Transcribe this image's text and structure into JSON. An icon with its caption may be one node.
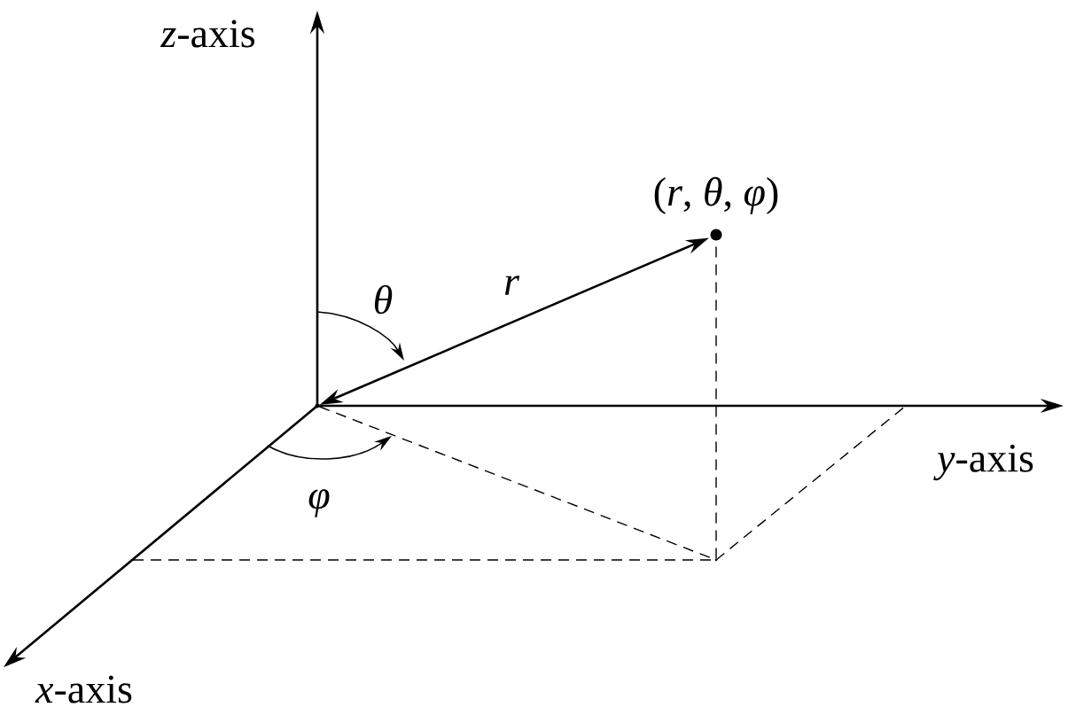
{
  "diagram": {
    "nodes": [
      {
        "text": [
          "(*r*, *θ*, *φ*)"
        ]
      },
      {
        "text": [],
        "shape": "circle"
      },
      {
        "text": [],
        "shape": "circle"
      }
    ],
    "edges": [
      {
        "from": 1,
        "to": 0,
        "arrow": "both"
      },
      {
        "from": 1,
        "to": 2,
        "arrow": "none",
        "style": "dashed"
      },
      {
        "from": 2,
        "to": 0,
        "arrow": "none",
        "style": "dashed"
      }
    ],
    "labels": [
      "*z*-axis",
      "θ",
      "r",
      "*y*-axis",
      "φ",
      "*x*-axis"
    ]
  }
}
